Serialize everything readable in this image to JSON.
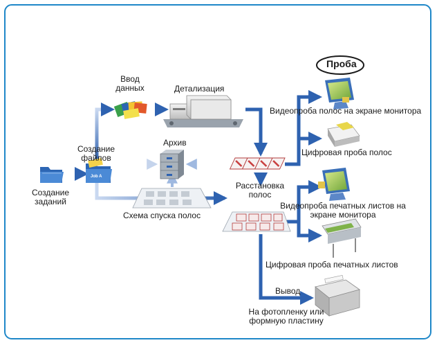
{
  "labels": {
    "proof": "Проба",
    "input_data_1": "Ввод",
    "input_data_2": "данных",
    "detailing": "Детализация",
    "create_files_1": "Создание",
    "create_files_2": "файлов",
    "archive": "Архив",
    "create_tasks_1": "Создание",
    "create_tasks_2": "заданий",
    "imposition_scheme": "Схема спуска полос",
    "page_layout_1": "Расстановка",
    "page_layout_2": "полос",
    "video_proof_pages": "Видеопроба полос на экране монитора",
    "digital_proof_pages": "Цифровая проба полос",
    "video_proof_sheets_1": "Видеопроба печатных листов на",
    "video_proof_sheets_2": "экране монитора",
    "digital_proof_sheets": "Цифровая проба печатных листов",
    "output": "Вывод",
    "film_plate_1": "На фотопленку или",
    "film_plate_2": "формную пластину",
    "job_tag": "Job A"
  },
  "colors": {
    "border": "#1e87c8",
    "arrow": "#2e62b0",
    "arrow_light": "#9fb9e0",
    "folder": "#3a78c4"
  }
}
